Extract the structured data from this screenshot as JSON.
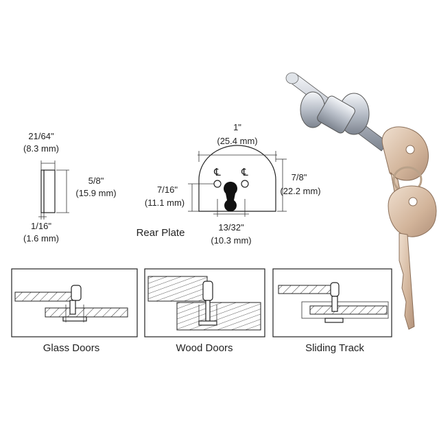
{
  "cam_dims": {
    "width_in": "21/64\"",
    "width_mm": "(8.3 mm)",
    "height_in": "5/8\"",
    "height_mm": "(15.9 mm)",
    "flange_in": "1/16\"",
    "flange_mm": "(1.6 mm)"
  },
  "rear_plate": {
    "label": "Rear Plate",
    "width_in": "1\"",
    "width_mm": "(25.4 mm)",
    "height_in": "7/8\"",
    "height_mm": "(22.2 mm)",
    "offset_in": "7/16\"",
    "offset_mm": "(11.1 mm)",
    "hole_in": "13/32\"",
    "hole_mm": "(10.3 mm)",
    "centerline_symbol": "℄"
  },
  "applications": [
    {
      "label": "Glass Doors"
    },
    {
      "label": "Wood Doors"
    },
    {
      "label": "Sliding Track"
    }
  ],
  "colors": {
    "line": "#222222",
    "metal": "#c9ced6",
    "key": "#d9bfa8"
  }
}
